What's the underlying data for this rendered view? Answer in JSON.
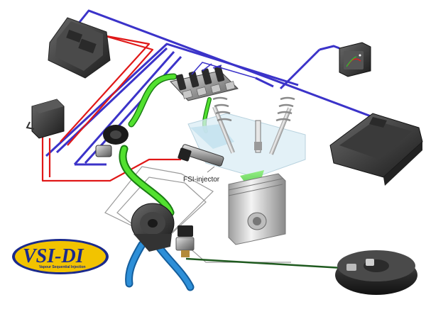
{
  "diagram": {
    "label_fsi_injector": "FSI-injector",
    "logo_text": "VSI-DI",
    "logo_subtext": "Vapour Sequential Injection",
    "colors": {
      "signal_wire": "#3b33c9",
      "power_wire": "#e01818",
      "gas_hose": "#3cc81e",
      "coolant_hose": "#2d8fd8",
      "outline_wire": "#9a9a9a",
      "dark_wire": "#1f5a1f",
      "logo_yellow": "#f2c300",
      "logo_blue": "#1b2a8c"
    }
  }
}
